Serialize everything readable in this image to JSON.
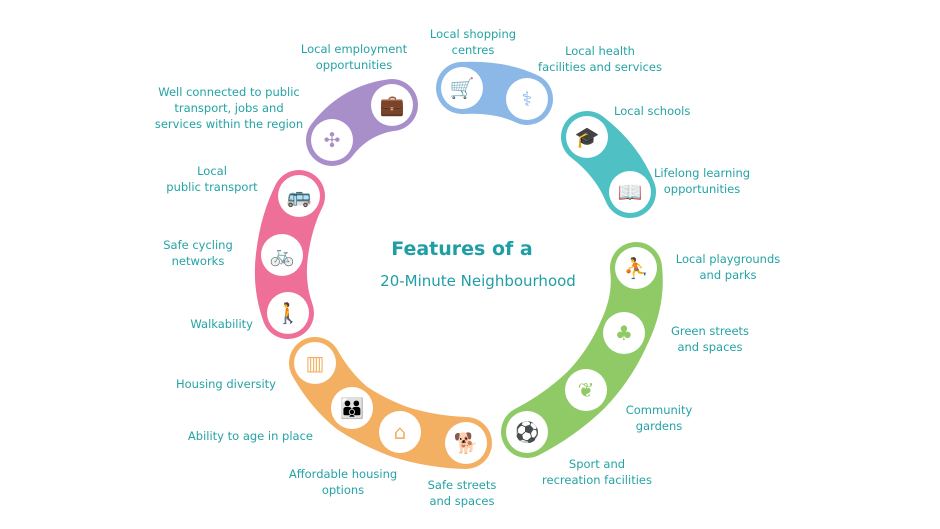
{
  "title": {
    "line1": "Features of a",
    "line2": "20-Minute Neighbourhood"
  },
  "colors": {
    "text": "#24a3a5",
    "purple": "#a88fca",
    "blue": "#8bb8e6",
    "teal": "#4fc0c3",
    "green": "#8fca66",
    "orange": "#f4b062",
    "pink": "#ee7098"
  },
  "features": [
    {
      "label": "Local employment\nopportunities",
      "icon": "briefcase-icon"
    },
    {
      "label": "Well connected to public\ntransport, jobs and\nservices within the region",
      "icon": "network-icon"
    },
    {
      "label": "Local shopping\ncentres",
      "icon": "shopping-cart-icon"
    },
    {
      "label": "Local health\nfacilities and services",
      "icon": "stethoscope-icon"
    },
    {
      "label": "Local schools",
      "icon": "mortarboard-icon"
    },
    {
      "label": "Lifelong learning\nopportunities",
      "icon": "book-icon"
    },
    {
      "label": "Local playgrounds\nand parks",
      "icon": "playground-icon"
    },
    {
      "label": "Green streets\nand spaces",
      "icon": "tree-icon"
    },
    {
      "label": "Community\ngardens",
      "icon": "leaf-icon"
    },
    {
      "label": "Sport and\nrecreation facilities",
      "icon": "soccer-player-icon"
    },
    {
      "label": "Safe streets\nand spaces",
      "icon": "dog-walker-icon"
    },
    {
      "label": "Affordable housing\noptions",
      "icon": "house-icon"
    },
    {
      "label": "Ability to age in place",
      "icon": "family-icon"
    },
    {
      "label": "Housing diversity",
      "icon": "buildings-icon"
    },
    {
      "label": "Walkability",
      "icon": "pedestrian-icon"
    },
    {
      "label": "Safe cycling\nnetworks",
      "icon": "bicycle-icon"
    },
    {
      "label": "Local\npublic transport",
      "icon": "bus-icon"
    }
  ]
}
